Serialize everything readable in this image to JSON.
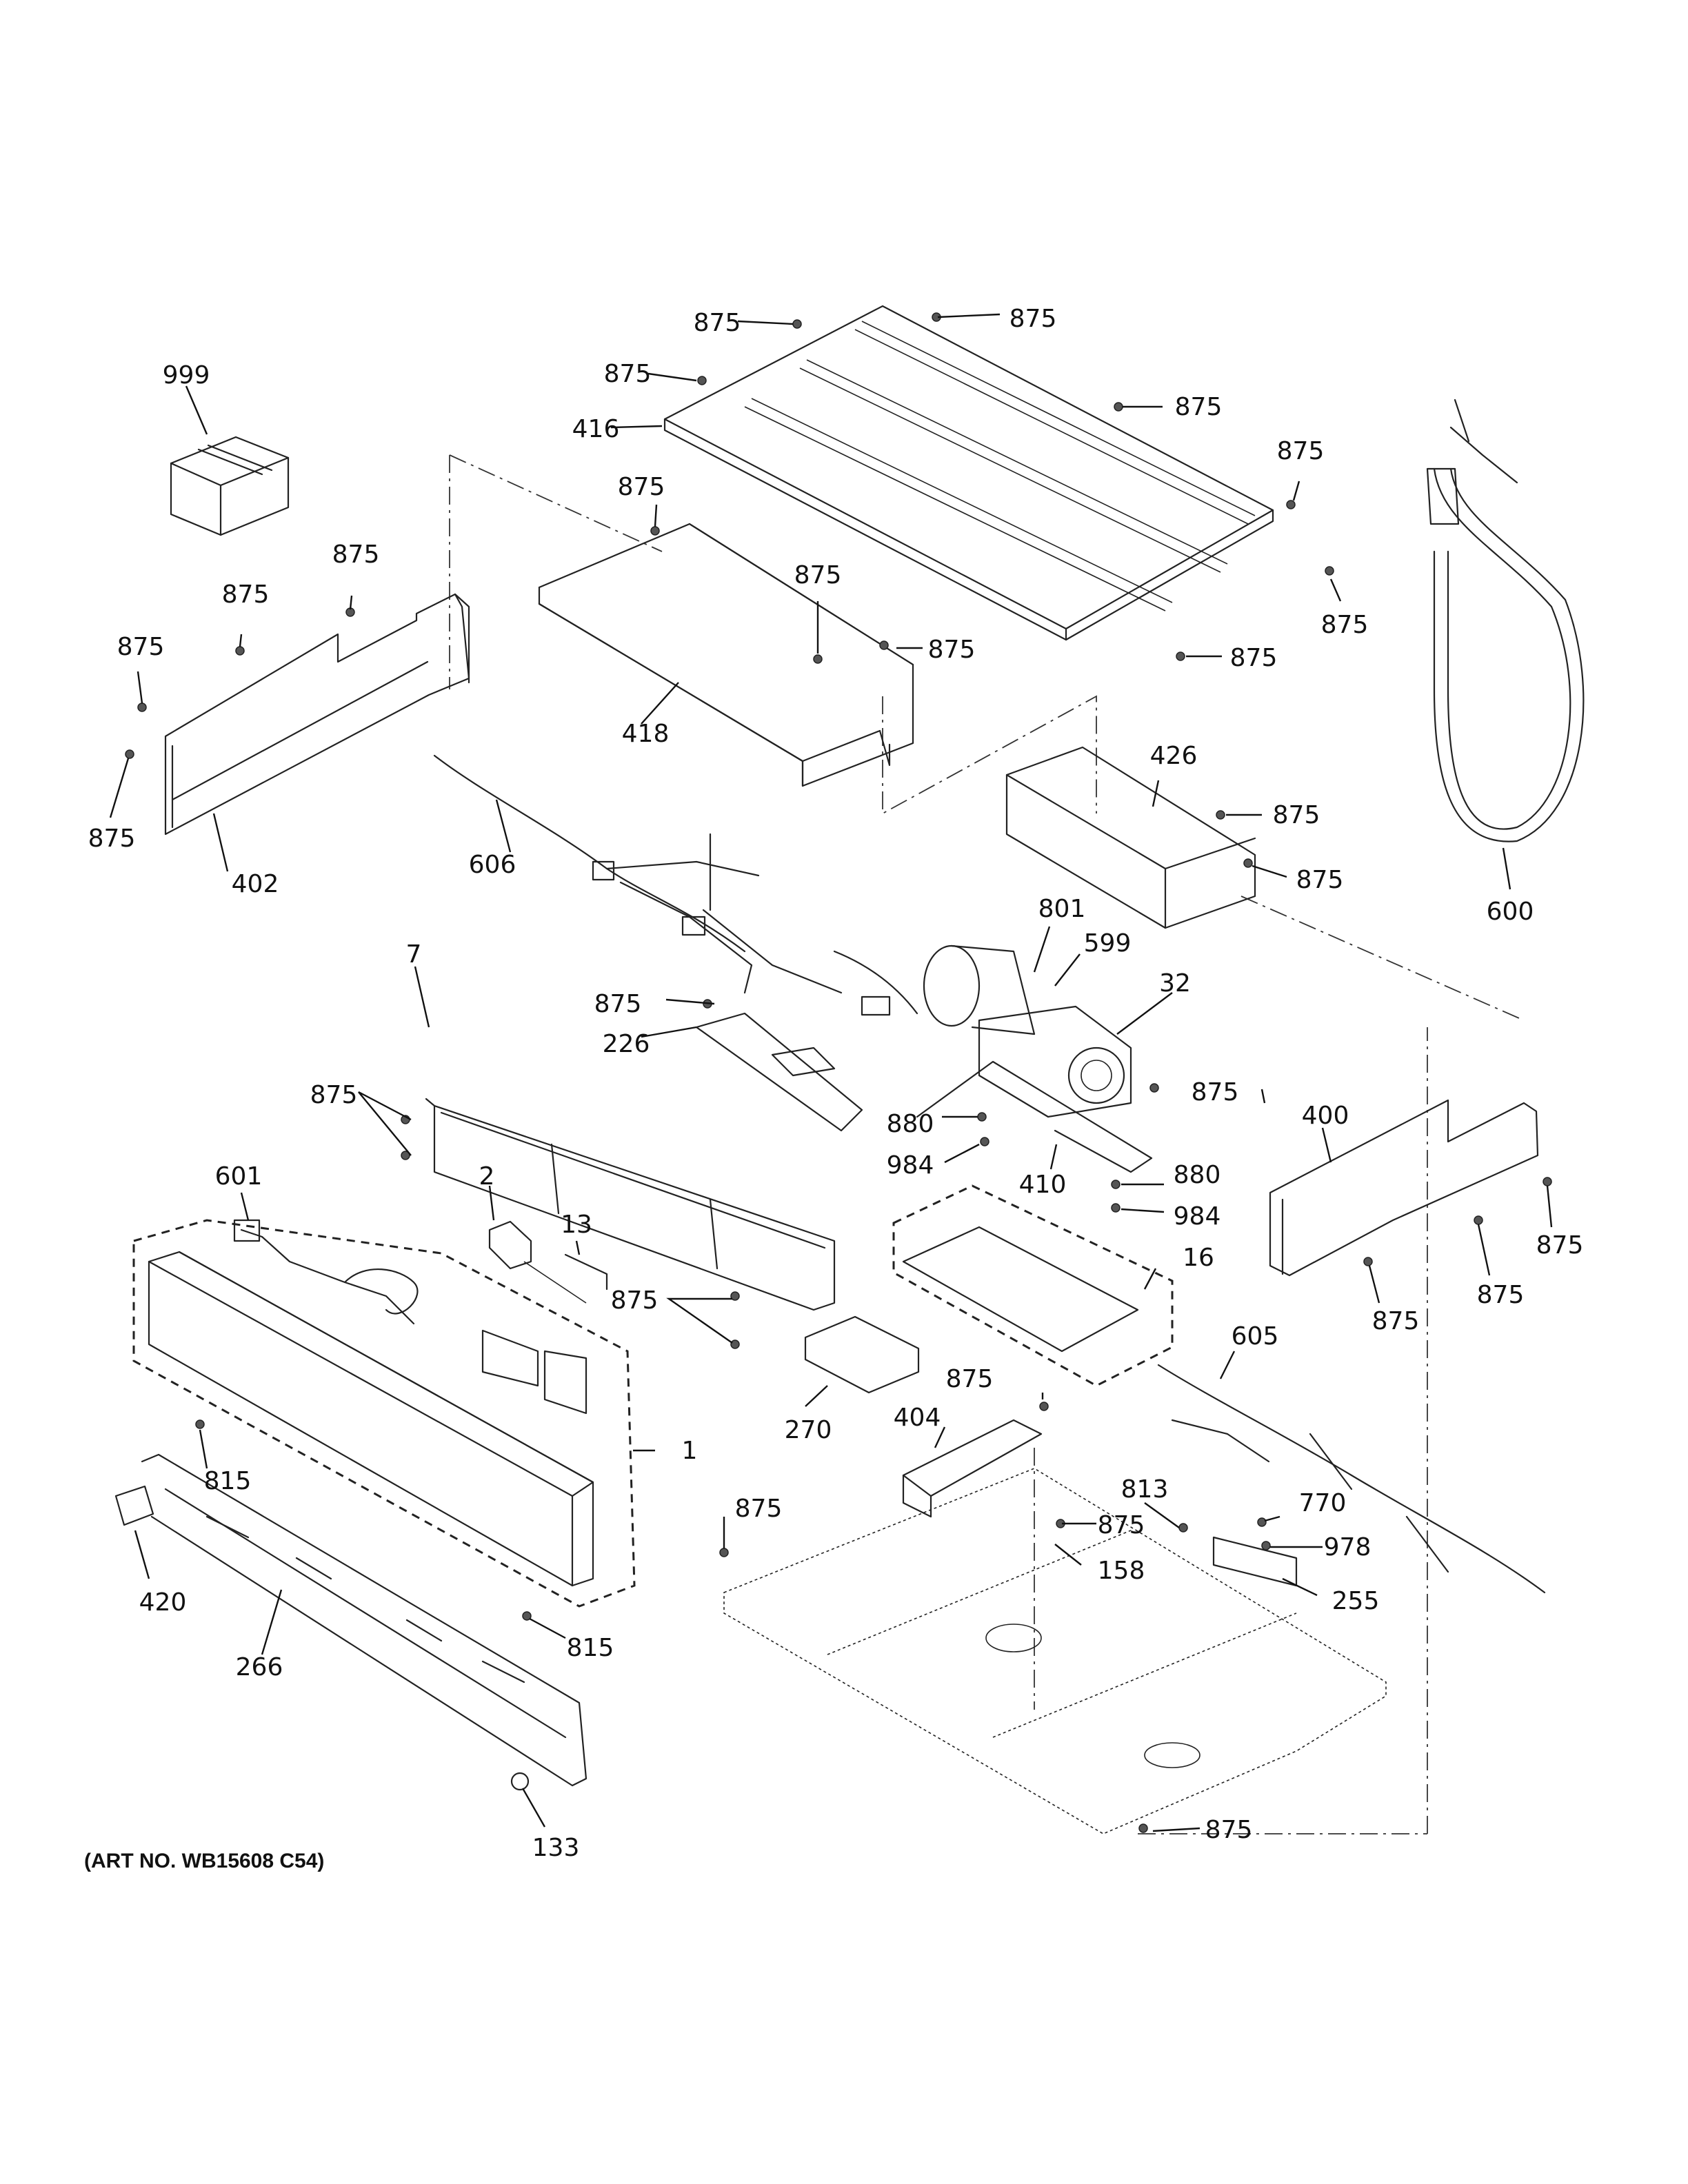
{
  "diagram": {
    "art_number": "(ART NO. WB15608 C54)",
    "callouts": [
      {
        "id": "c999",
        "label": "999"
      },
      {
        "id": "c875a",
        "label": "875"
      },
      {
        "id": "c875b",
        "label": "875"
      },
      {
        "id": "c875c",
        "label": "875"
      },
      {
        "id": "c416",
        "label": "416"
      },
      {
        "id": "c875d",
        "label": "875"
      },
      {
        "id": "c875e",
        "label": "875"
      },
      {
        "id": "c875f",
        "label": "875"
      },
      {
        "id": "c875g",
        "label": "875"
      },
      {
        "id": "c875h",
        "label": "875"
      },
      {
        "id": "c875i",
        "label": "875"
      },
      {
        "id": "c875j",
        "label": "875"
      },
      {
        "id": "c875k",
        "label": "875"
      },
      {
        "id": "c875l",
        "label": "875"
      },
      {
        "id": "c875m",
        "label": "875"
      },
      {
        "id": "c875n",
        "label": "875"
      },
      {
        "id": "c418",
        "label": "418"
      },
      {
        "id": "c402",
        "label": "402"
      },
      {
        "id": "c606",
        "label": "606"
      },
      {
        "id": "c426",
        "label": "426"
      },
      {
        "id": "c875o",
        "label": "875"
      },
      {
        "id": "c875p",
        "label": "875"
      },
      {
        "id": "c600",
        "label": "600"
      },
      {
        "id": "c801",
        "label": "801"
      },
      {
        "id": "c599",
        "label": "599"
      },
      {
        "id": "c32",
        "label": "32"
      },
      {
        "id": "c7",
        "label": "7"
      },
      {
        "id": "c875q",
        "label": "875"
      },
      {
        "id": "c226",
        "label": "226"
      },
      {
        "id": "c601",
        "label": "601"
      },
      {
        "id": "c875r",
        "label": "875"
      },
      {
        "id": "c875s",
        "label": "875"
      },
      {
        "id": "c880a",
        "label": "880"
      },
      {
        "id": "c984a",
        "label": "984"
      },
      {
        "id": "c410",
        "label": "410"
      },
      {
        "id": "c880b",
        "label": "880"
      },
      {
        "id": "c984b",
        "label": "984"
      },
      {
        "id": "c400",
        "label": "400"
      },
      {
        "id": "c875t",
        "label": "875"
      },
      {
        "id": "c875u",
        "label": "875"
      },
      {
        "id": "c875v",
        "label": "875"
      },
      {
        "id": "c2",
        "label": "2"
      },
      {
        "id": "c13",
        "label": "13"
      },
      {
        "id": "c16",
        "label": "16"
      },
      {
        "id": "c875w",
        "label": "875"
      },
      {
        "id": "c605",
        "label": "605"
      },
      {
        "id": "c270",
        "label": "270"
      },
      {
        "id": "c875x",
        "label": "875"
      },
      {
        "id": "c404",
        "label": "404"
      },
      {
        "id": "c1",
        "label": "1"
      },
      {
        "id": "c815a",
        "label": "815"
      },
      {
        "id": "c813",
        "label": "813"
      },
      {
        "id": "c770",
        "label": "770"
      },
      {
        "id": "c875y",
        "label": "875"
      },
      {
        "id": "c875z",
        "label": "875"
      },
      {
        "id": "c158",
        "label": "158"
      },
      {
        "id": "c978",
        "label": "978"
      },
      {
        "id": "c255",
        "label": "255"
      },
      {
        "id": "c420",
        "label": "420"
      },
      {
        "id": "c815b",
        "label": "815"
      },
      {
        "id": "c266",
        "label": "266"
      },
      {
        "id": "c133",
        "label": "133"
      },
      {
        "id": "c875aa",
        "label": "875"
      }
    ]
  }
}
